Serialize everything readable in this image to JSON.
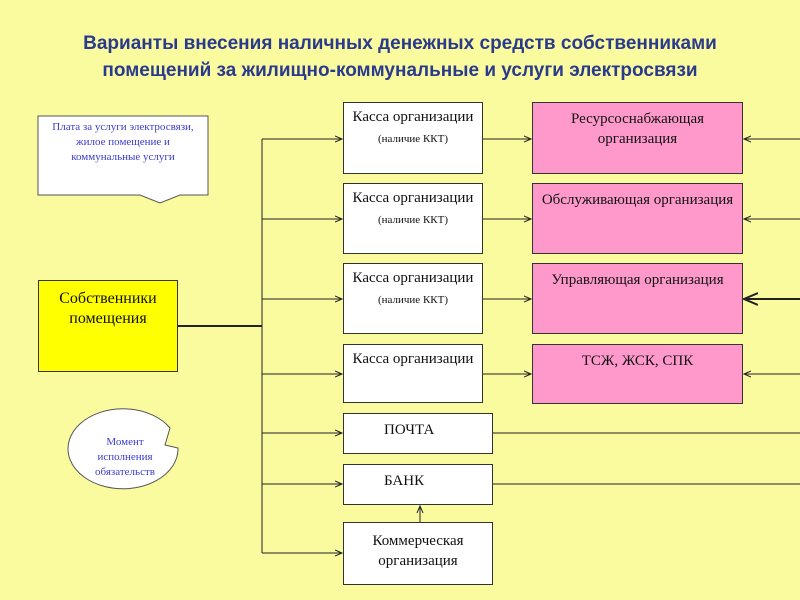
{
  "title": {
    "line1": "Варианты внесения наличных денежных средств собственниками",
    "line2": "помещений за жилищно-коммунальные и услуги электросвязи"
  },
  "callout_payment": "Плата за услуги электросвязи, жилое помещение и коммунальные услуги",
  "callout_moment": "Момент исполнения обязательств",
  "owners": "Собственники помещения",
  "cashboxes": [
    {
      "label": "Касса организации",
      "note": "(наличие ККТ)"
    },
    {
      "label": "Касса организации",
      "note": "(наличие ККТ)"
    },
    {
      "label": "Касса организации",
      "note": "(наличие ККТ)"
    },
    {
      "label": "Касса организации"
    }
  ],
  "post": "ПОЧТА",
  "bank": "БАНК",
  "commercial": "Коммерческая организация",
  "organizations": [
    "Ресурсоснабжающая организация",
    "Обслуживающая организация",
    "Управляющая организация",
    "ТСЖ, ЖСК, СПК"
  ]
}
